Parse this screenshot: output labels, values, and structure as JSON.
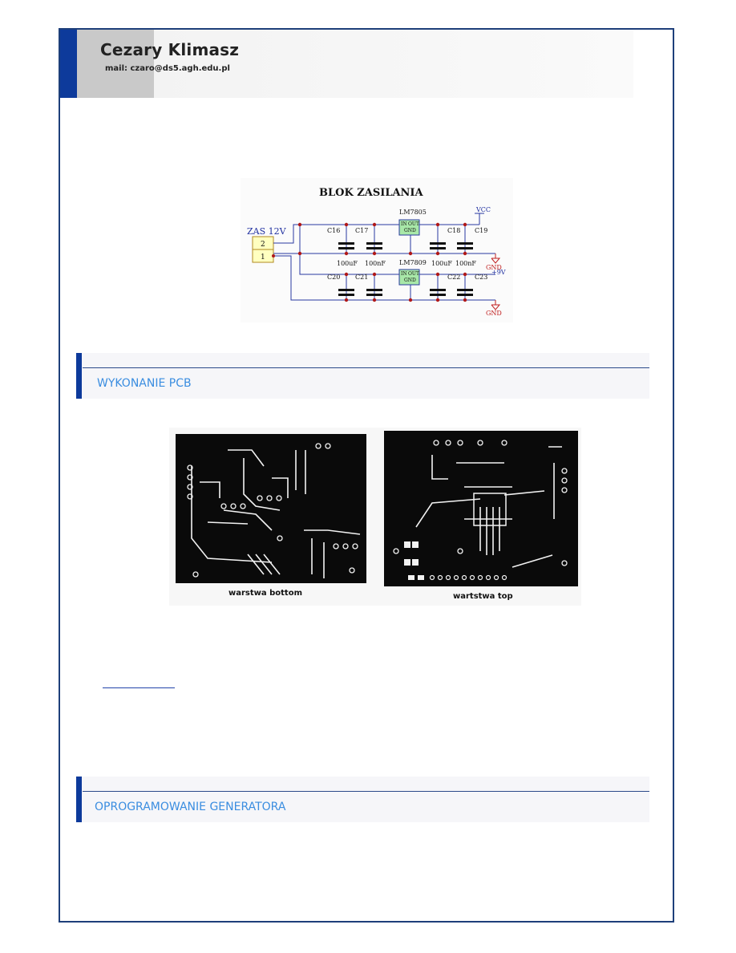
{
  "header": {
    "author": "Cezary Klimasz",
    "email": "mail: czaro@ds5.agh.edu.pl"
  },
  "schematic": {
    "title": "BLOK ZASILANIA",
    "connector_label": "ZAS 12V",
    "pins": [
      "2",
      "1"
    ],
    "regulator_1": "LM7805",
    "regulator_2": "LM7809",
    "reg_pin_in": "IN",
    "reg_pin_out": "OUT",
    "reg_pin_gnd": "GND",
    "vcc": "VCC",
    "plus9v": "+9V",
    "gnd": "GND",
    "capacitors_top": [
      "C16",
      "C17",
      "C18",
      "C19"
    ],
    "capacitors_bottom": [
      "C20",
      "C21",
      "C22",
      "C23"
    ],
    "values": [
      "100uF",
      "100nF",
      "100uF",
      "100nF"
    ]
  },
  "sections": {
    "pcb_title": "WYKONANIE PCB",
    "software_title": "OPROGRAMOWANIE GENERATORA"
  },
  "pcb_images": {
    "bottom_caption": "warstwa bottom",
    "top_caption": "wartstwa top"
  },
  "colors": {
    "accent_blue": "#0d3a9b",
    "section_title": "#3a8de0",
    "regulator_fill": "#a8e8a8"
  }
}
